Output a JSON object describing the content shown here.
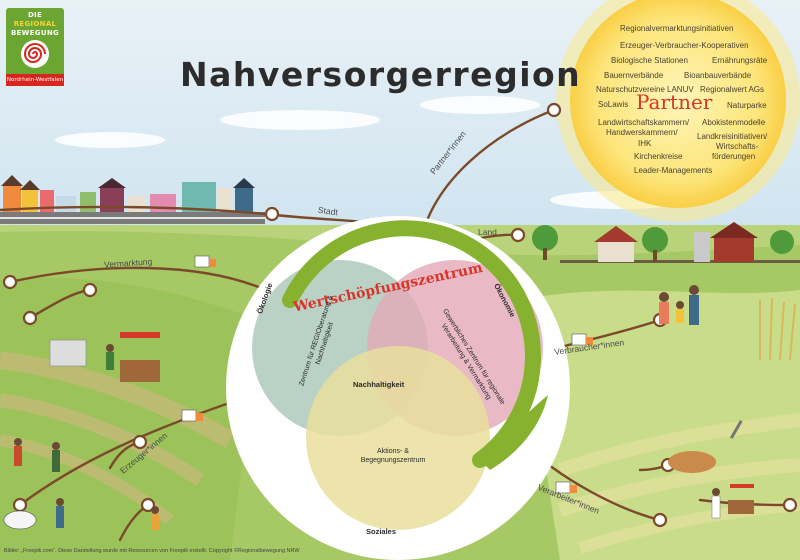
{
  "logo": {
    "line1": "DIE",
    "line2": "REGIONAL",
    "line3": "BEWEGUNG",
    "sub": "Nordrhein-Westfalen",
    "bg_color": "#6aa631",
    "accent_color": "#d7261e"
  },
  "title": "Nahversorgerregion",
  "partners": {
    "heading": "Partner",
    "items": [
      "Regionalvermarktungsinitiativen",
      "Erzeuger-Verbraucher-Kooperativen",
      "Biologische Stationen",
      "Ernährungsräte",
      "Bauernverbände",
      "Bioanbauverbände",
      "Naturschutzvereine",
      "LANUV",
      "Regionalwert AGs",
      "SoLawis",
      "Naturparke",
      "Landwirtschaftskammern/",
      "Handwerskammern/",
      "IHK",
      "Abokistenmodelle",
      "Landkreisinitiativen/",
      "Wirtschafts-",
      "förderungen",
      "Kirchenkreise",
      "Leader-Managements"
    ]
  },
  "paths": {
    "partner": "Partner*innen",
    "stadt": "Stadt",
    "land": "Land",
    "vermarktung": "Vermarktung",
    "verbraucher": "Verbraucher*innen",
    "erzeuger": "Erzeuger*innen",
    "verarbeiter": "Verarbeiter*innen"
  },
  "center": {
    "title": "Wertschöpfungszentrum",
    "oekologie": "Ökologie",
    "oekonomie": "Ökonomie",
    "soziales": "Soziales",
    "nachhaltigkeit": "Nachhaltigkeit",
    "zentrum_left": "Zentrum für REGIOberatung & Nachhaltigkeit",
    "zentrum_right": "Gewerbliches Zentrum für regionale Verarbeitung & Vermarktung",
    "aktions_line1": "Aktions- &",
    "aktions_line2": "Begegnungszentrum"
  },
  "credit": "Bilder: „Freepik.com“. Diese Darstellung wurde mit Ressourcen von Freepik erstellt. Copyright ©Regionalbewegung NRW",
  "colors": {
    "sky": "#cfe4f0",
    "field_green": "#9cc25a",
    "field_light": "#c9dc8a",
    "path_brown": "#7a4a2a",
    "ring_green": "#86b22f",
    "title_red": "#d8352a",
    "circle_teal": "#a9c6b7",
    "circle_pink": "#e3a9b6",
    "circle_yellow": "#e9df9c",
    "sun": "#fbe36a"
  }
}
